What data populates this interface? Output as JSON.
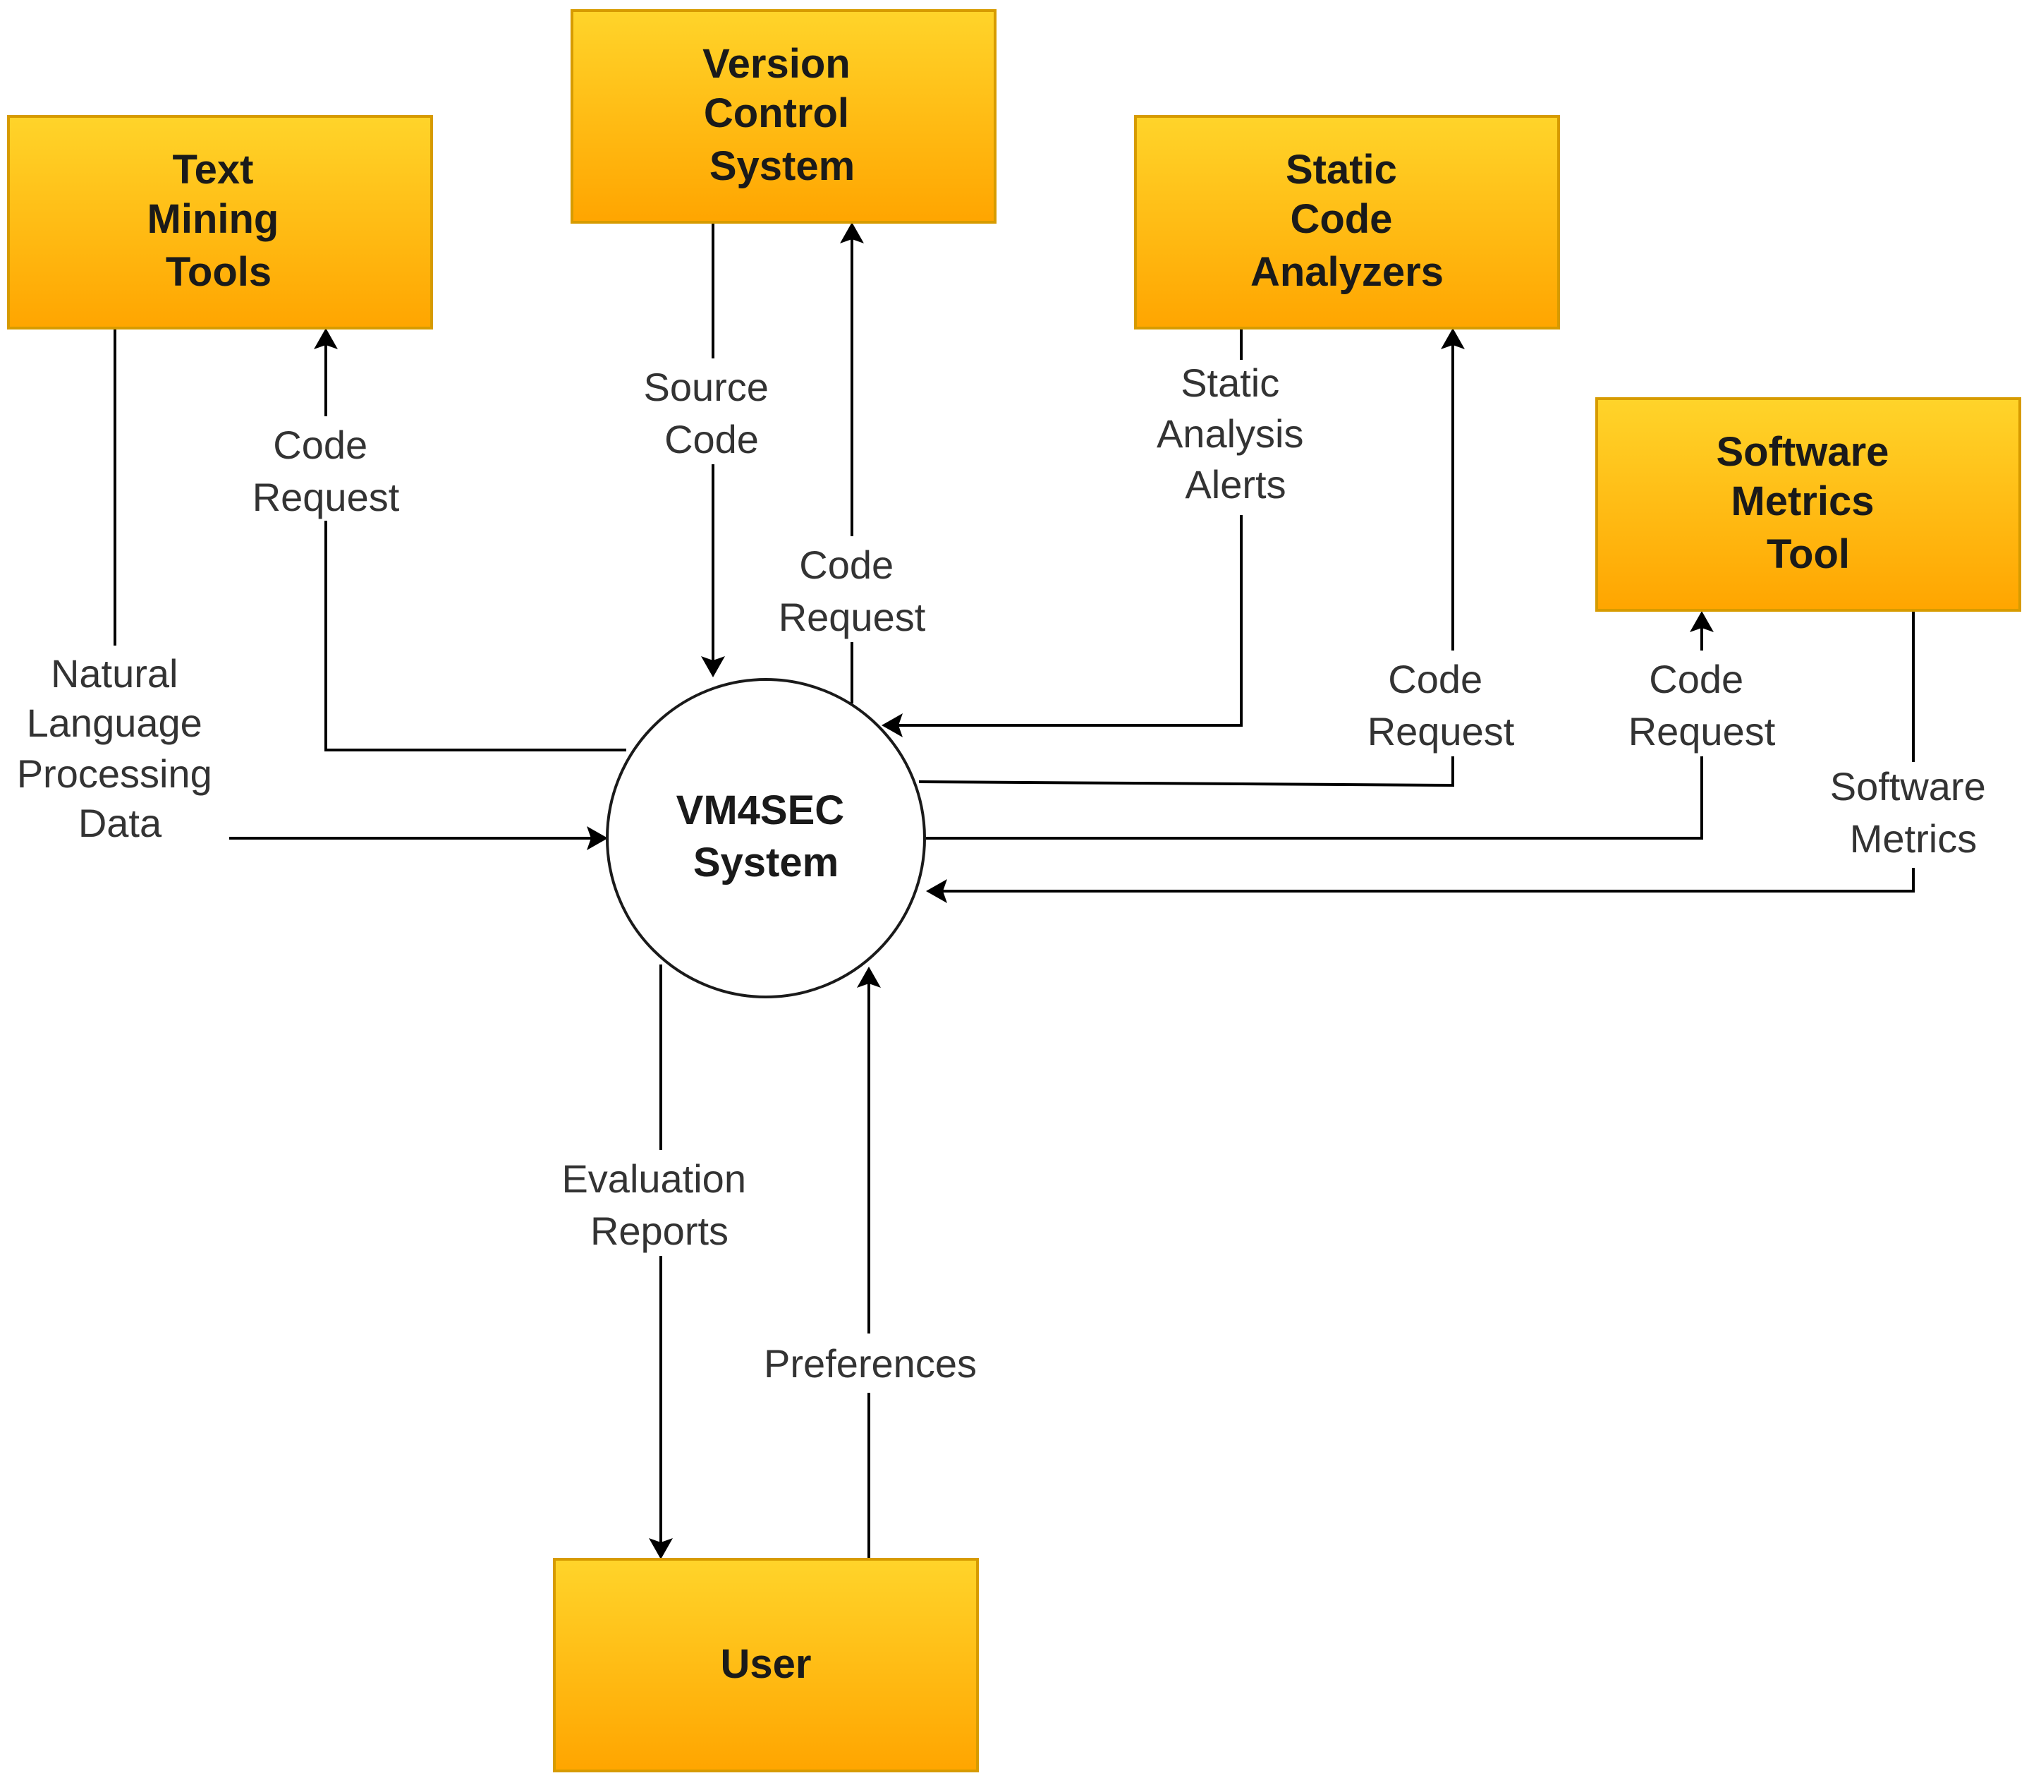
{
  "colors": {
    "box_fill_top": "#ffd42a",
    "box_fill_bottom": "#ffa500",
    "box_stroke": "#d79b00",
    "line": "#000000"
  },
  "entities": {
    "text_mining": [
      "Text",
      "Mining",
      "Tools"
    ],
    "vcs": [
      "Version",
      "Control",
      "System"
    ],
    "static_analyzers": [
      "Static",
      "Code",
      "Analyzers"
    ],
    "metrics_tool": [
      "Software",
      "Metrics",
      "Tool"
    ],
    "user": [
      "User"
    ]
  },
  "process": {
    "lines": [
      "VM4SEC",
      "System"
    ]
  },
  "flows": {
    "tm_code_request": [
      "Code",
      "Request"
    ],
    "nlp_data": [
      "Natural",
      "Language",
      "Processing",
      "Data"
    ],
    "source_code": [
      "Source",
      "Code"
    ],
    "vcs_code_request": [
      "Code",
      "Request"
    ],
    "static_alerts": [
      "Static",
      "Analysis",
      "Alerts"
    ],
    "sca_code_request": [
      "Code",
      "Request"
    ],
    "smt_code_request": [
      "Code",
      "Request"
    ],
    "software_metrics": [
      "Software",
      "Metrics"
    ],
    "evaluation_reports": [
      "Evaluation",
      "Reports"
    ],
    "preferences": [
      "Preferences"
    ]
  }
}
